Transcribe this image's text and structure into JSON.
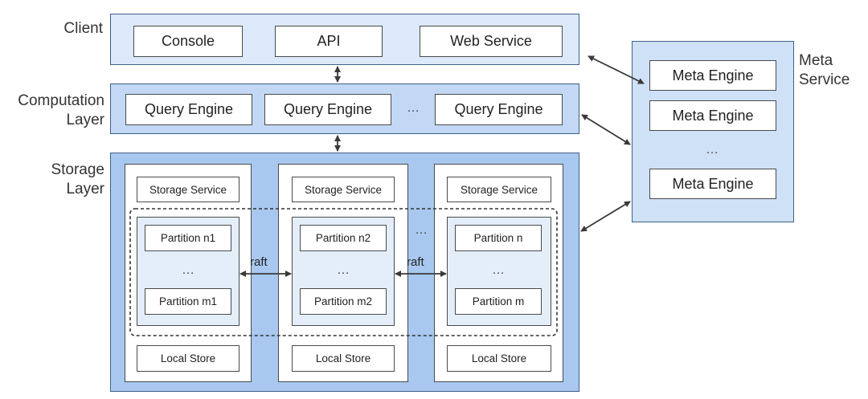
{
  "labels": {
    "client": "Client",
    "computation_line1": "Computation",
    "computation_line2": "Layer",
    "storage_line1": "Storage",
    "storage_line2": "Layer",
    "meta_line1": "Meta",
    "meta_line2": "Service"
  },
  "client": {
    "items": [
      "Console",
      "API",
      "Web Service"
    ]
  },
  "computation": {
    "items": [
      "Query Engine",
      "Query Engine",
      "Query Engine"
    ],
    "ellipsis": "…"
  },
  "storage": {
    "nodes": [
      {
        "service": "Storage Service",
        "partition_top": "Partition n1",
        "ellipsis": "…",
        "partition_bottom": "Partition m1",
        "local_store": "Local Store"
      },
      {
        "service": "Storage Service",
        "partition_top": "Partition n2",
        "ellipsis": "…",
        "partition_bottom": "Partition m2",
        "local_store": "Local Store"
      },
      {
        "service": "Storage Service",
        "partition_top": "Partition n",
        "ellipsis": "…",
        "partition_bottom": "Partition m",
        "local_store": "Local Store"
      }
    ],
    "between_ellipsis": "…",
    "raft_label": "raft"
  },
  "meta": {
    "engines": [
      "Meta Engine",
      "Meta Engine",
      "Meta Engine"
    ],
    "ellipsis": "…"
  },
  "colors": {
    "client_bg": "#dbe9fb",
    "computation_bg": "#c2d8f4",
    "storage_bg": "#a8c8f0",
    "node_bg": "#ffffff",
    "meta_bg": "#cfe1f7",
    "arrow": "#3a3a3a"
  }
}
